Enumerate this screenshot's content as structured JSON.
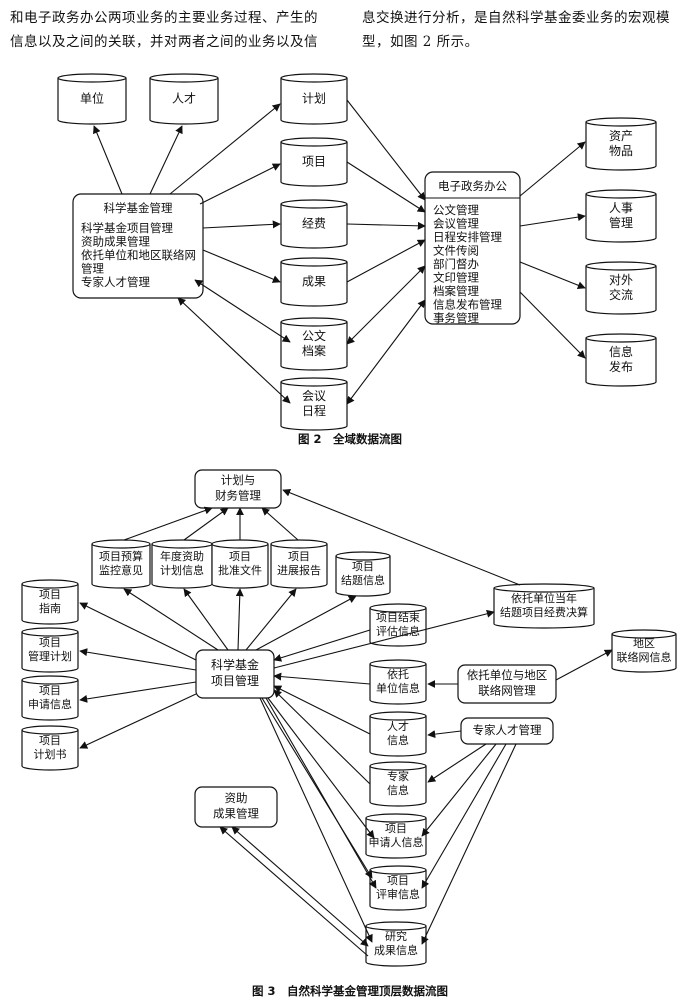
{
  "text": {
    "left_lines": [
      "和电子政务办公两项业务的主要业务过程、产生的",
      "信息以及之间的关联，并对两者之间的业务以及信"
    ],
    "right_lines": [
      "息交换进行分析，是自然科学基金委业务的宏观模",
      "型，如图 2 所示。"
    ]
  },
  "fig2": {
    "caption": "图 2　全域数据流图",
    "stores": {
      "danwei": [
        "单位"
      ],
      "rencai": [
        "人才"
      ],
      "jihua": [
        "计划"
      ],
      "xiangmu": [
        "项目"
      ],
      "jingfei": [
        "经费"
      ],
      "chengguo": [
        "成果"
      ],
      "gongwen": [
        "公文",
        "档案"
      ],
      "huiyi": [
        "会议",
        "日程"
      ],
      "zichan": [
        "资产",
        "物品"
      ],
      "renshi": [
        "人事",
        "管理"
      ],
      "duiwai": [
        "对外",
        "交流"
      ],
      "xinxi": [
        "信息",
        "发布"
      ]
    },
    "kexue": {
      "title": "科学基金管理",
      "items": [
        "科学基金项目管理",
        "资助成果管理",
        "依托单位和地区联络网",
        "管理",
        "专家人才管理"
      ]
    },
    "dianzi": {
      "title": "电子政务办公",
      "items": [
        "公文管理",
        "会议管理",
        "日程安排管理",
        "文件传阅",
        "部门督办",
        "文印管理",
        "档案管理",
        "信息发布管理",
        "事务管理"
      ]
    }
  },
  "fig3": {
    "caption": "图 3　自然科学基金管理顶层数据流图",
    "processes": {
      "jihua_caiwu": [
        "计划与",
        "财务管理"
      ],
      "center": [
        "科学基金",
        "项目管理"
      ],
      "yituo_diqu": [
        "依托单位与地区",
        "联络网管理"
      ],
      "zhuanjia": [
        "专家人才管理"
      ],
      "zizhu": [
        "资助",
        "成果管理"
      ]
    },
    "stores": {
      "yusuan": [
        "项目预算",
        "监控意见"
      ],
      "niandu": [
        "年度资助",
        "计划信息"
      ],
      "pizhun": [
        "项目",
        "批准文件"
      ],
      "jinzhan": [
        "项目",
        "进展报告"
      ],
      "jieti": [
        "项目",
        "结题信息"
      ],
      "jieshu": [
        "项目结束",
        "评估信息"
      ],
      "juece": [
        "依托单位当年",
        "结题项目经费决算"
      ],
      "diqu_lianluo": [
        "地区",
        "联络网信息"
      ],
      "zhinan": [
        "项目",
        "指南"
      ],
      "guanli_jihua": [
        "项目",
        "管理计划"
      ],
      "shenqing": [
        "项目",
        "申请信息"
      ],
      "jihuashu": [
        "项目",
        "计划书"
      ],
      "yituo_xinxi": [
        "依托",
        "单位信息"
      ],
      "rencai_xinxi": [
        "人才",
        "信息"
      ],
      "zhuanjia_xinxi": [
        "专家",
        "信息"
      ],
      "shenqingren": [
        "项目",
        "申请人信息"
      ],
      "pingshen": [
        "项目",
        "评审信息"
      ],
      "yanjiu": [
        "研究",
        "成果信息"
      ]
    }
  }
}
